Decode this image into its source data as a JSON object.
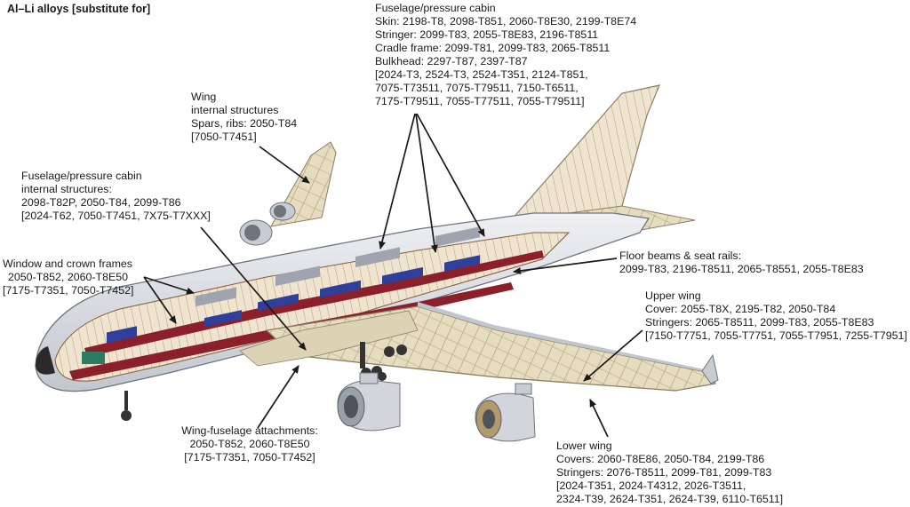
{
  "title": "Al–Li alloys [substitute for]",
  "callouts": {
    "fuselage_cabin": {
      "lines": [
        "Fuselage/pressure cabin",
        "Skin: 2198-T8, 2098-T851, 2060-T8E30, 2199-T8E74",
        "Stringer: 2099-T83, 2055-T8E83, 2196-T8511",
        "Cradle frame: 2099-T81, 2099-T83, 2065-T8511",
        "Bulkhead: 2297-T87, 2397-T87",
        "[2024-T3, 2524-T3, 2524-T351, 2124-T851,",
        "7075-T73511, 7075-T79511, 7150-T6511,",
        "7175-T79511, 7055-T77511, 7055-T79511]"
      ]
    },
    "wing_internal": {
      "lines": [
        "Wing",
        "internal structures",
        "Spars, ribs: 2050-T84",
        "[7050-T7451]"
      ]
    },
    "fuselage_internal": {
      "lines": [
        "Fuselage/pressure cabin",
        "internal structures:",
        "2098-T82P, 2050-T84, 2099-T86",
        "[2024-T62, 7050-T7451, 7X75-T7XXX]"
      ]
    },
    "window_crown": {
      "lines": [
        "Window and crown frames",
        "2050-T852, 2060-T8E50",
        "[7175-T7351, 7050-T7452]"
      ]
    },
    "floor_beams": {
      "lines": [
        "Floor beams & seat rails:",
        "2099-T83, 2196-T8511, 2065-T8551, 2055-T8E83"
      ]
    },
    "upper_wing": {
      "lines": [
        "Upper wing",
        "Cover: 2055-T8X, 2195-T82, 2050-T84",
        "Stringers: 2065-T8511, 2099-T83, 2055-T8E83",
        "[7150-T7751, 7055-T7751, 7055-T7951, 7255-T7951]"
      ]
    },
    "wing_fuselage": {
      "lines": [
        "Wing-fuselage attachments:",
        "2050-T852, 2060-T8E50",
        "[7175-T7351, 7050-T7452]"
      ]
    },
    "lower_wing": {
      "lines": [
        "Lower wing",
        "Covers: 2060-T8E86, 2050-T84, 2199-T86",
        "Stringers: 2076-T8511, 2099-T81, 2099-T83",
        "[2024-T351, 2024-T4312, 2026-T3511,",
        "2324-T39, 2624-T351, 2624-T39, 6110-T6511]"
      ]
    }
  },
  "colors": {
    "hull": "#d9dde3",
    "hull_shade": "#b9bec6",
    "structure": "#c9b98a",
    "cabin_floor": "#8b1f2a",
    "seats_blue": "#2f3f9c",
    "seats_grey": "#9ea3ad",
    "cabin_wall": "#f1e3cc",
    "arrow": "#1a1a1a"
  }
}
